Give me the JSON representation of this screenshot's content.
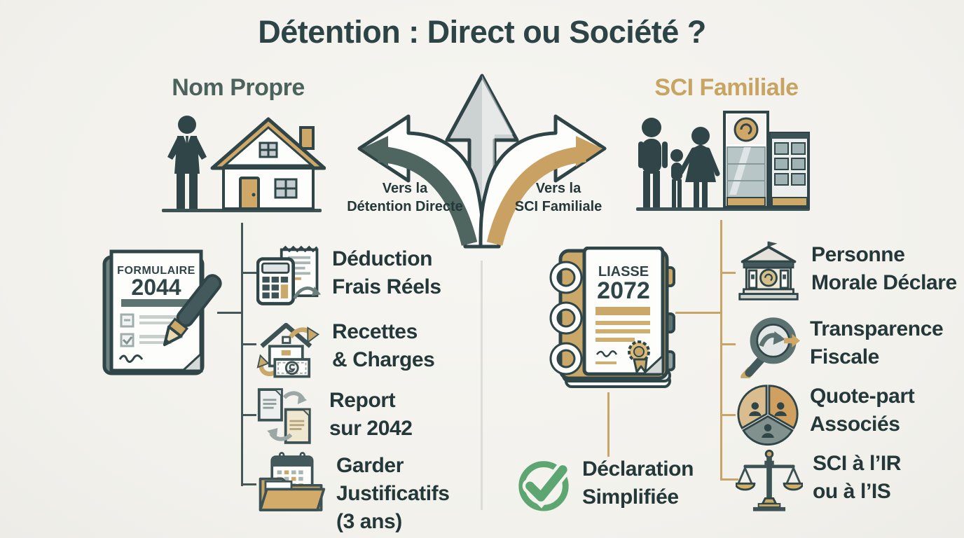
{
  "title": "Détention : Direct ou Société ?",
  "colors": {
    "background": "#f4f3ef",
    "ink": "#24383a",
    "heading_left": "#4b635c",
    "heading_right": "#c8a462",
    "accent_gold": "#c8a466",
    "branch_left_swoosh": "#4e6560",
    "check_green": "#5ea671",
    "divider_gray": "#dcdcd8",
    "connector_dark": "#44585a"
  },
  "branches": {
    "left_label": "Vers la\nDétention Directe",
    "right_label": "Vers la\nSCI Familiale"
  },
  "left": {
    "heading": "Nom Propre",
    "hero_icon": "owner-and-house-icon",
    "document": {
      "icon": "form-with-pen-icon",
      "line1": "FORMULAIRE",
      "line2": "2044"
    },
    "items": [
      {
        "icon": "calculator-receipt-icon",
        "label": "Déduction\nFrais Réels"
      },
      {
        "icon": "house-money-exchange-icon",
        "label": "Recettes\n& Charges"
      },
      {
        "icon": "documents-transfer-icon",
        "label": "Report\nsur 2042"
      },
      {
        "icon": "folder-calendar-icon",
        "label": "Garder\nJustificatifs\n(3 ans)"
      }
    ]
  },
  "right": {
    "heading": "SCI Familiale",
    "hero_icon": "family-and-building-icon",
    "document": {
      "icon": "liasse-binder-icon",
      "line1": "LIASSE",
      "line2": "2072"
    },
    "items": [
      {
        "icon": "bank-institution-icon",
        "label": "Personne\nMorale Déclare"
      },
      {
        "icon": "magnifier-arrow-icon",
        "label": "Transparence\nFiscale"
      },
      {
        "icon": "pie-associates-icon",
        "label": "Quote-part\nAssociés"
      },
      {
        "icon": "balance-scale-icon",
        "label": "SCI à l’IR\nou à l’IS"
      }
    ],
    "footnote": {
      "icon": "check-circle-icon",
      "label": "Déclaration\nSimplifiée"
    }
  }
}
